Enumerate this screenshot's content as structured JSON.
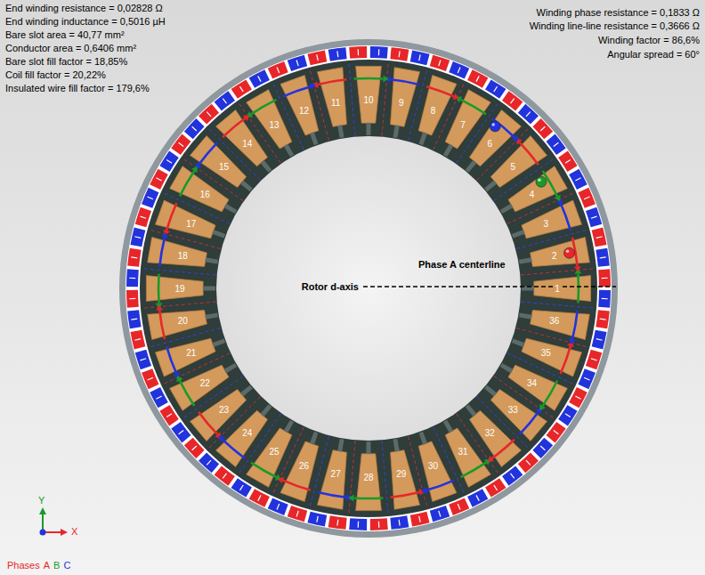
{
  "diagram": {
    "labels": [
      "End winding resistance = 0,02828 Ω",
      "End winding inductance = 0,5016 µH",
      "Bare slot area = 40,77 mm²",
      "Conductor area = 0,6406 mm²",
      "Bare slot fill factor = 18,85%",
      "Coil fill factor = 20,22%",
      "Insulated wire fill factor = 179,6%",
      "Winding phase resistance = 0,1833 Ω",
      "Winding line-line resistance = 0,3666 Ω",
      "Winding factor = 86,6%",
      "Angular spread = 60°",
      "Phase A centerline",
      "Rotor d-axis",
      "1",
      "2",
      "3",
      "4",
      "5",
      "6",
      "7",
      "8",
      "9",
      "10",
      "11",
      "12",
      "13",
      "14",
      "15",
      "16",
      "17",
      "18",
      "19",
      "20",
      "21",
      "22",
      "23",
      "24",
      "25",
      "26",
      "27",
      "28",
      "29",
      "30",
      "31",
      "32",
      "33",
      "34",
      "35",
      "36",
      "Y",
      "X",
      "Phases"
    ],
    "legend": [
      {
        "text": "A",
        "color": "#e8262a"
      },
      {
        "text": "B",
        "color": "#1a9a2a"
      },
      {
        "text": "C",
        "color": "#2233dd"
      }
    ]
  }
}
